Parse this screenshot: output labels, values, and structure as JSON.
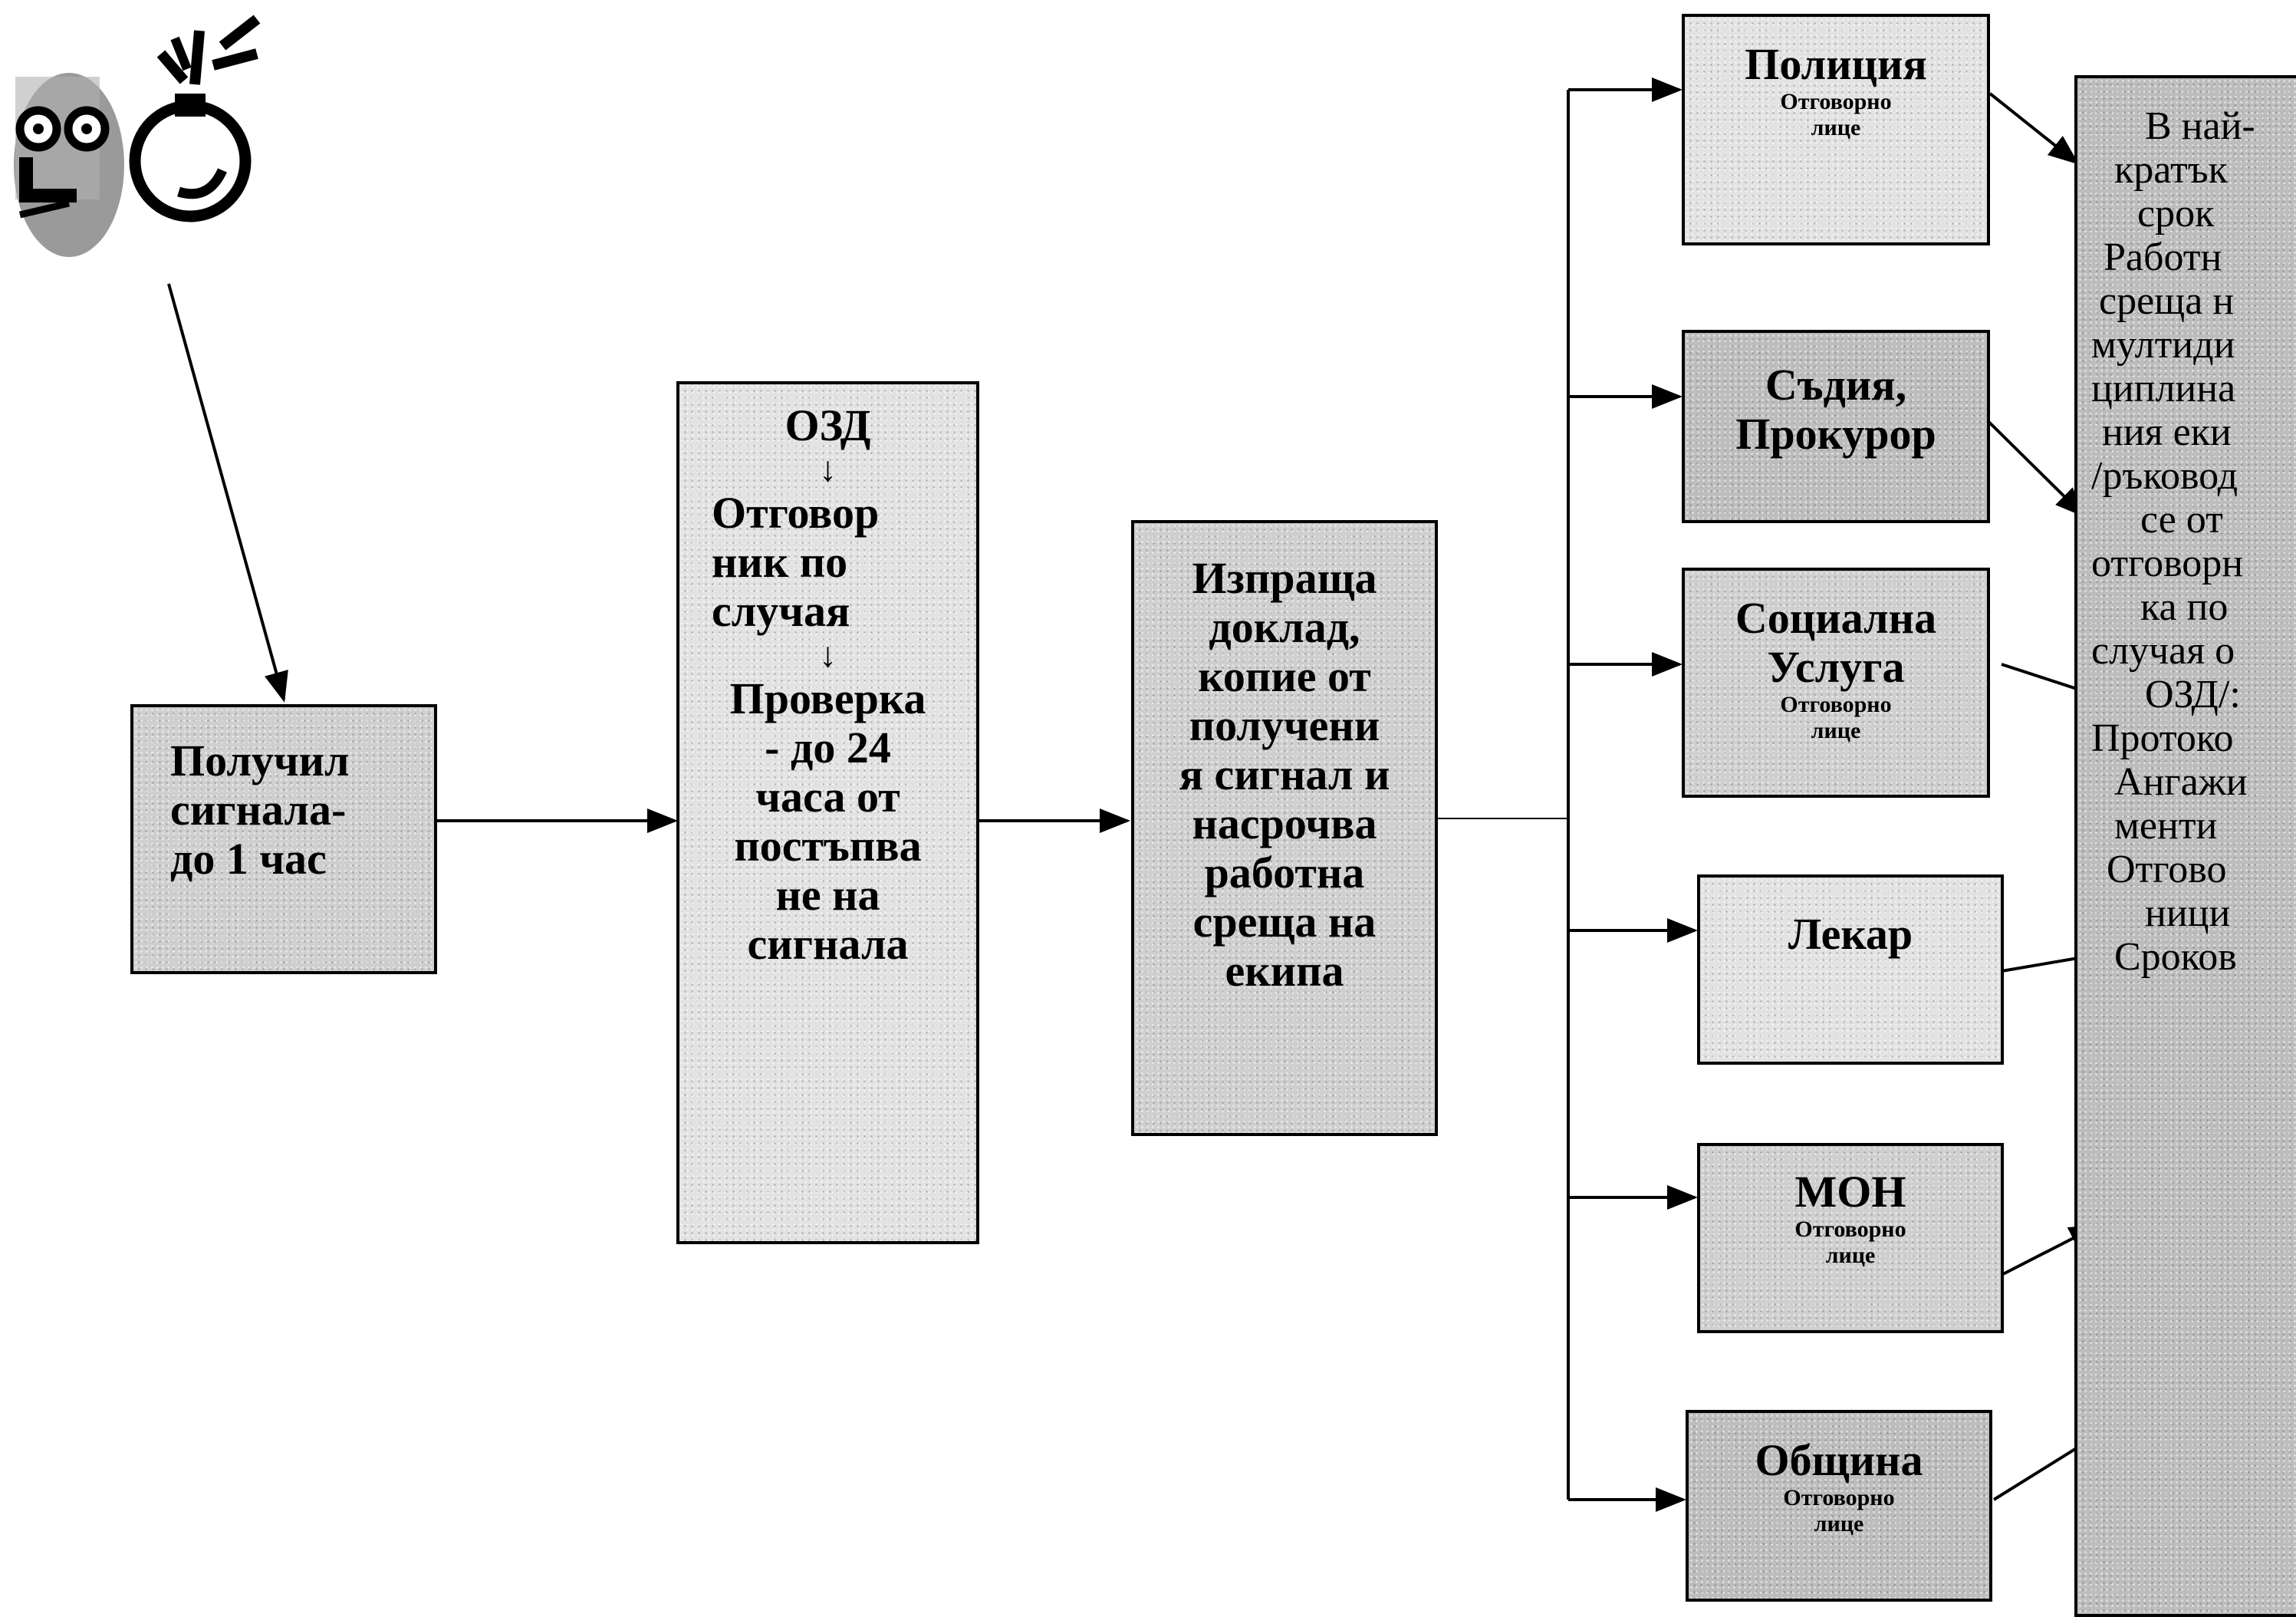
{
  "nodes": {
    "received": {
      "line1": "Получил",
      "line2": "сигнала-",
      "line3": "до 1 час"
    },
    "ozd": {
      "title": "ОЗД",
      "arrow1": "↓",
      "line1": "Отговор",
      "line2": "ник по",
      "line3": "случая",
      "arrow2": "↓",
      "line4": "Проверка",
      "line5": "- до 24",
      "line6": "часа от",
      "line7": "постъпва",
      "line8": "не на",
      "line9": "сигнала"
    },
    "sends": {
      "line1": "Изпраща",
      "line2": "доклад,",
      "line3": "копие от",
      "line4": "получени",
      "line5": "я сигнал и",
      "line6": "насрочва",
      "line7": "работна",
      "line8": "среща на",
      "line9": "екипа"
    },
    "police": {
      "title": "Полиция",
      "sub1": "Отговорно",
      "sub2": "лице"
    },
    "judge": {
      "line1": "Съдия,",
      "line2": "Прокурор"
    },
    "social": {
      "line1": "Социална",
      "line2": "Услуга",
      "sub1": "Отговорно",
      "sub2": "лице"
    },
    "doctor": {
      "title": "Лекар"
    },
    "mon": {
      "title": "МОН",
      "sub1": "Отговорно",
      "sub2": "лице"
    },
    "municipality": {
      "title": "Община",
      "sub1": "Отговорно",
      "sub2": "лице"
    },
    "meeting": {
      "lines": [
        "В най-",
        "кратък",
        "срок",
        "Работн",
        "среща н",
        "мултиди",
        "циплина",
        "ния еки",
        "/ръковод",
        "се от",
        "отговорн",
        "ка по",
        "случая о",
        "ОЗД/:",
        "Протоко",
        "Ангажи",
        "менти",
        "Отгово",
        "ници",
        "Сроков"
      ]
    }
  },
  "icons": {
    "bomb": "bomb-with-eyes-icon"
  },
  "colors": {
    "line": "#000000",
    "fill_dark": "#bdbdbd",
    "fill_light": "#e2e2e2"
  }
}
